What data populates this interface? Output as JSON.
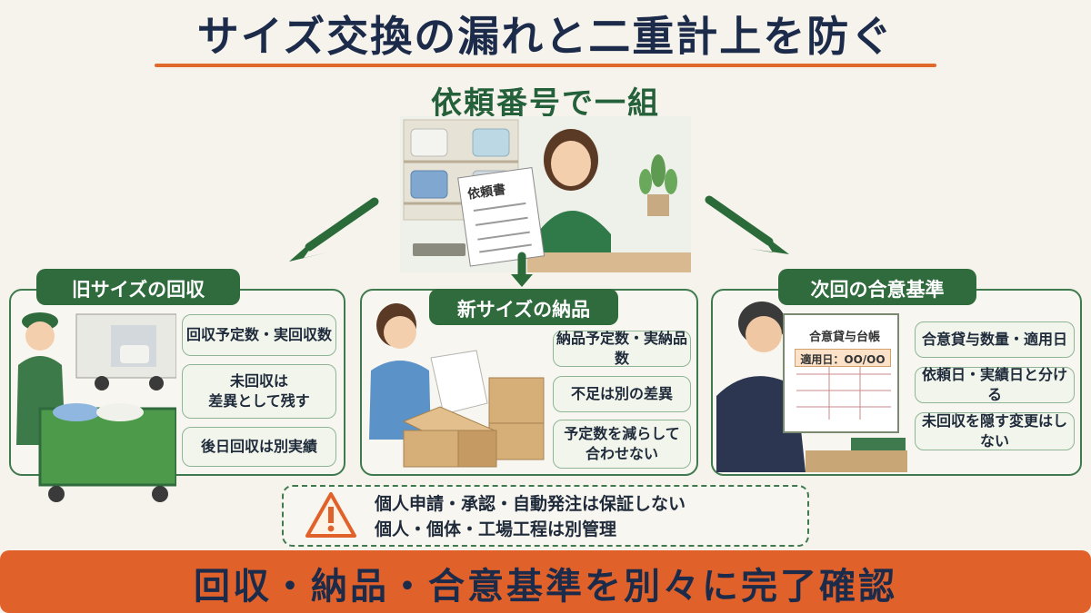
{
  "title": "サイズ交換の漏れと二重計上を防ぐ",
  "subtitle": "依頼番号で一組",
  "center_doc_label": "依頼書",
  "panels": {
    "left": {
      "tab": "旧サイズの回収",
      "items": [
        "回収予定数・実回収数",
        "未回収は\n差異として残す",
        "後日回収は別実績"
      ]
    },
    "middle": {
      "tab": "新サイズの納品",
      "items": [
        "納品予定数・実納品数",
        "不足は別の差異",
        "予定数を減らして\n合わせない"
      ]
    },
    "right": {
      "tab": "次回の合意基準",
      "ledger_title": "合意貸与台帳",
      "ledger_date": "適用日：OO/OO",
      "items": [
        "合意貸与数量・適用日",
        "依頼日・実績日と分ける",
        "未回収を隠す変更はしない"
      ]
    }
  },
  "warning": {
    "line1": "個人申請・承認・自動発注は保証しない",
    "line2": "個人・個体・工場工程は別管理"
  },
  "banner": "回収・納品・合意基準を別々に完了確認",
  "colors": {
    "green": "#2f6b3d",
    "orange": "#e0622a",
    "navy": "#1c2b4a"
  }
}
